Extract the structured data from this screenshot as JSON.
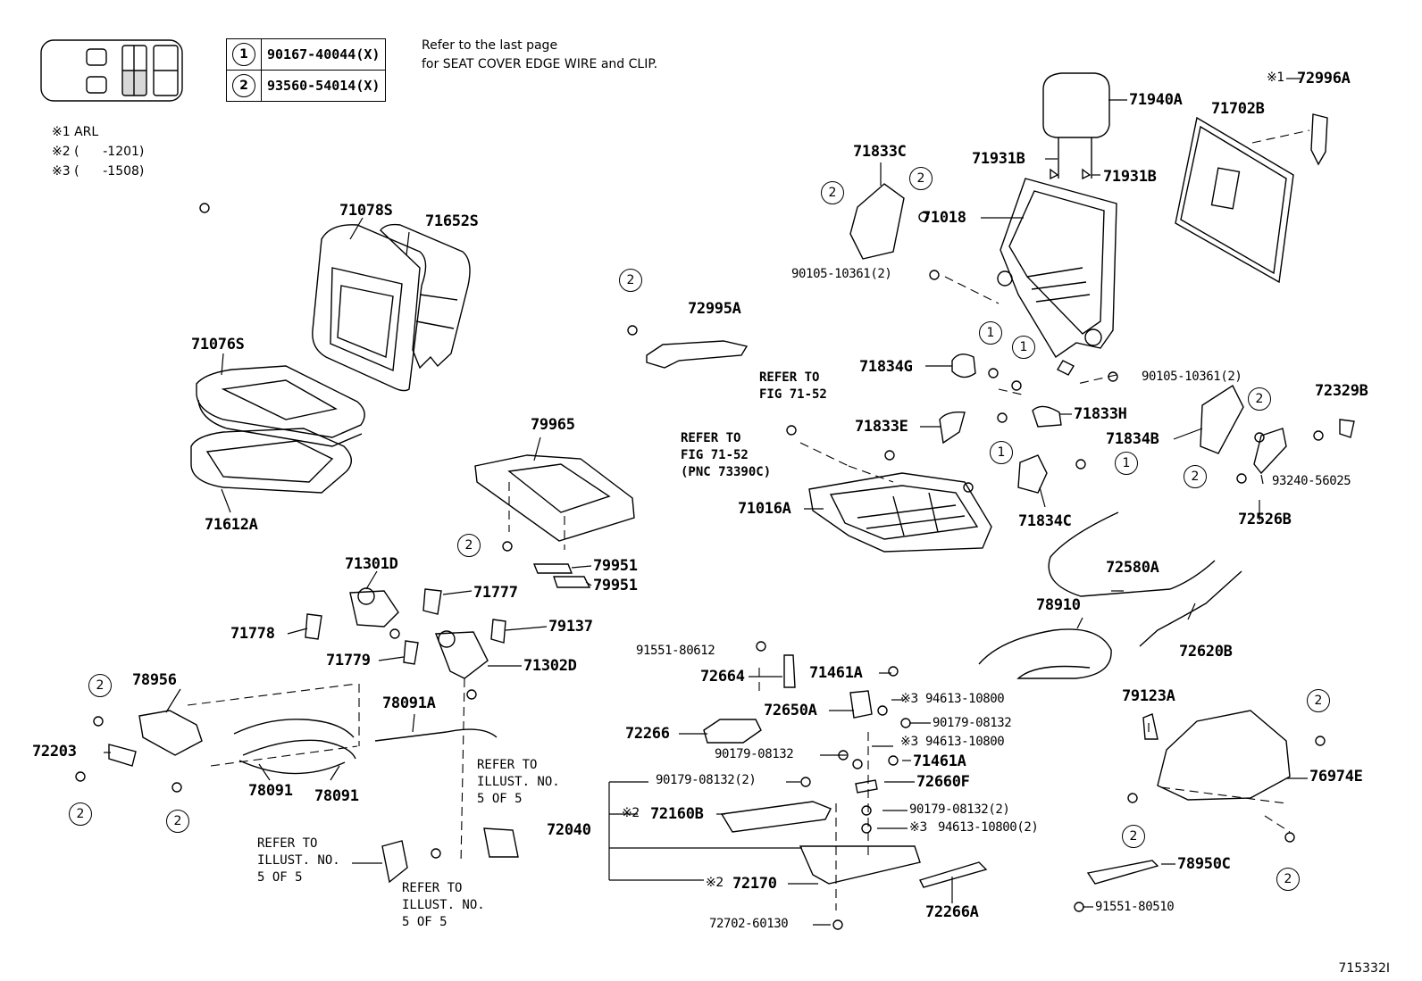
{
  "note": {
    "line1": "Refer to the last page",
    "line2": "for SEAT COVER EDGE WIRE and CLIP."
  },
  "legend_table": [
    {
      "num": "1",
      "part": "90167-40044(X)"
    },
    {
      "num": "2",
      "part": "93560-54014(X)"
    }
  ],
  "key_notes": {
    "k1": "※1 ARL",
    "k2": "※2 (      -1201)",
    "k3": "※3 (      -1508)"
  },
  "parts": {
    "p71078S": "71078S",
    "p71652S": "71652S",
    "p71076S": "71076S",
    "p71612A": "71612A",
    "p71940A": "71940A",
    "p71931B_1": "71931B",
    "p71931B_2": "71931B",
    "p71702B": "71702B",
    "p72996A": "72996A",
    "p72996A_mark": "※1",
    "p71833C": "71833C",
    "p71018": "71018",
    "p90105a": "90105-10361(2)",
    "p90105b": "90105-10361(2)",
    "p72995A": "72995A",
    "p71834G": "71834G",
    "p71833E": "71833E",
    "p71833H": "71833H",
    "p72329B": "72329B",
    "p71834B": "71834B",
    "p93240": "93240-56025",
    "p72526B": "72526B",
    "p71834C": "71834C",
    "p71016A": "71016A",
    "p79965": "79965",
    "p79951a": "79951",
    "p79951b": "79951",
    "p71301D": "71301D",
    "p71777": "71777",
    "p71778": "71778",
    "p79137": "79137",
    "p71779": "71779",
    "p71302D": "71302D",
    "p72580A": "72580A",
    "p78910": "78910",
    "p72620B": "72620B",
    "p78956": "78956",
    "p72203": "72203",
    "p78091A": "78091A",
    "p78091a": "78091",
    "p78091b": "78091",
    "p91551a": "91551-80612",
    "p72664": "72664",
    "p71461Aa": "71461A",
    "p72650A": "72650A",
    "p94613a": "94613-10800",
    "p90179a": "90179-08132",
    "p72266": "72266",
    "p90179b": "90179-08132",
    "p94613b": "94613-10800",
    "p71461Ab": "71461A",
    "p72660F": "72660F",
    "p90179c": "90179-08132(2)",
    "p72160B": "72160B",
    "p72040": "72040",
    "p90179d": "90179-08132(2)",
    "p94613c": "94613-10800(2)",
    "p72170": "72170",
    "p72266A": "72266A",
    "p72702": "72702-60130",
    "p79123A": "79123A",
    "p76974E": "76974E",
    "p78950C": "78950C",
    "p91551b": "91551-80510",
    "mark_x2a": "※2",
    "mark_x2b": "※2",
    "mark_x3a": "※3",
    "mark_x3b": "※3",
    "mark_x3c": "※3"
  },
  "refs": {
    "fig_a": "REFER TO\nFIG 71-52",
    "fig_b": "REFER TO\nFIG 71-52\n(PNC 73390C)",
    "illust_a": "REFER TO\nILLUST. NO.\n5 OF 5",
    "illust_b": "REFER TO\nILLUST. NO.\n5 OF 5",
    "illust_c": "REFER TO\nILLUST. NO.\n5 OF 5"
  },
  "callouts": {
    "one": "1",
    "two": "2"
  },
  "diagram_id": "715332I"
}
